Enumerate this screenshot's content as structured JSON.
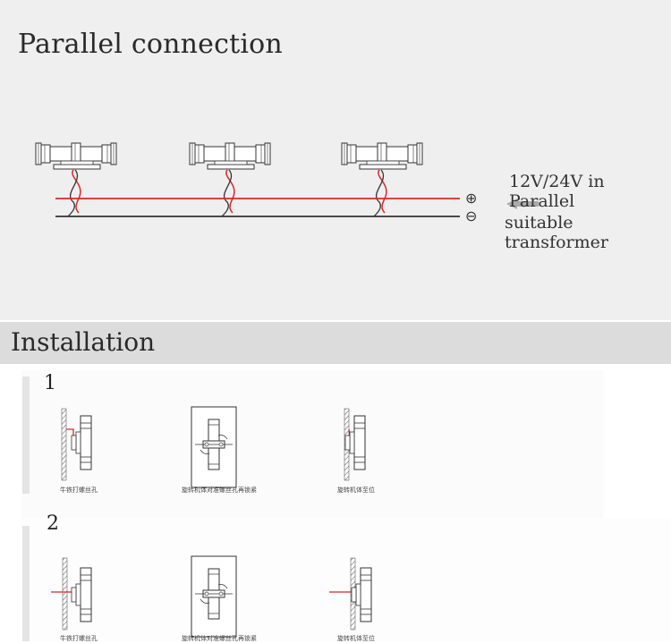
{
  "sections": {
    "parallel_title": "Parallel connection",
    "installation_title": "Installation"
  },
  "wiring": {
    "plus_symbol": "⊕",
    "minus_symbol": "⊖",
    "voltage_label": "12V/24V in Parallel",
    "transformer_label": "suitable transformer",
    "positive_wire_color": "#d42a2a",
    "negative_wire_color": "#333333"
  },
  "steps": [
    {
      "number": "1",
      "captions": [
        "牛铁打螺丝孔",
        "旋转机体对准螺丝孔再锁紧",
        "旋转机体至位"
      ]
    },
    {
      "number": "2",
      "captions": [
        "牛铁打螺丝孔",
        "旋转机体对准螺丝孔再锁紧",
        "旋转机体至位"
      ]
    }
  ]
}
